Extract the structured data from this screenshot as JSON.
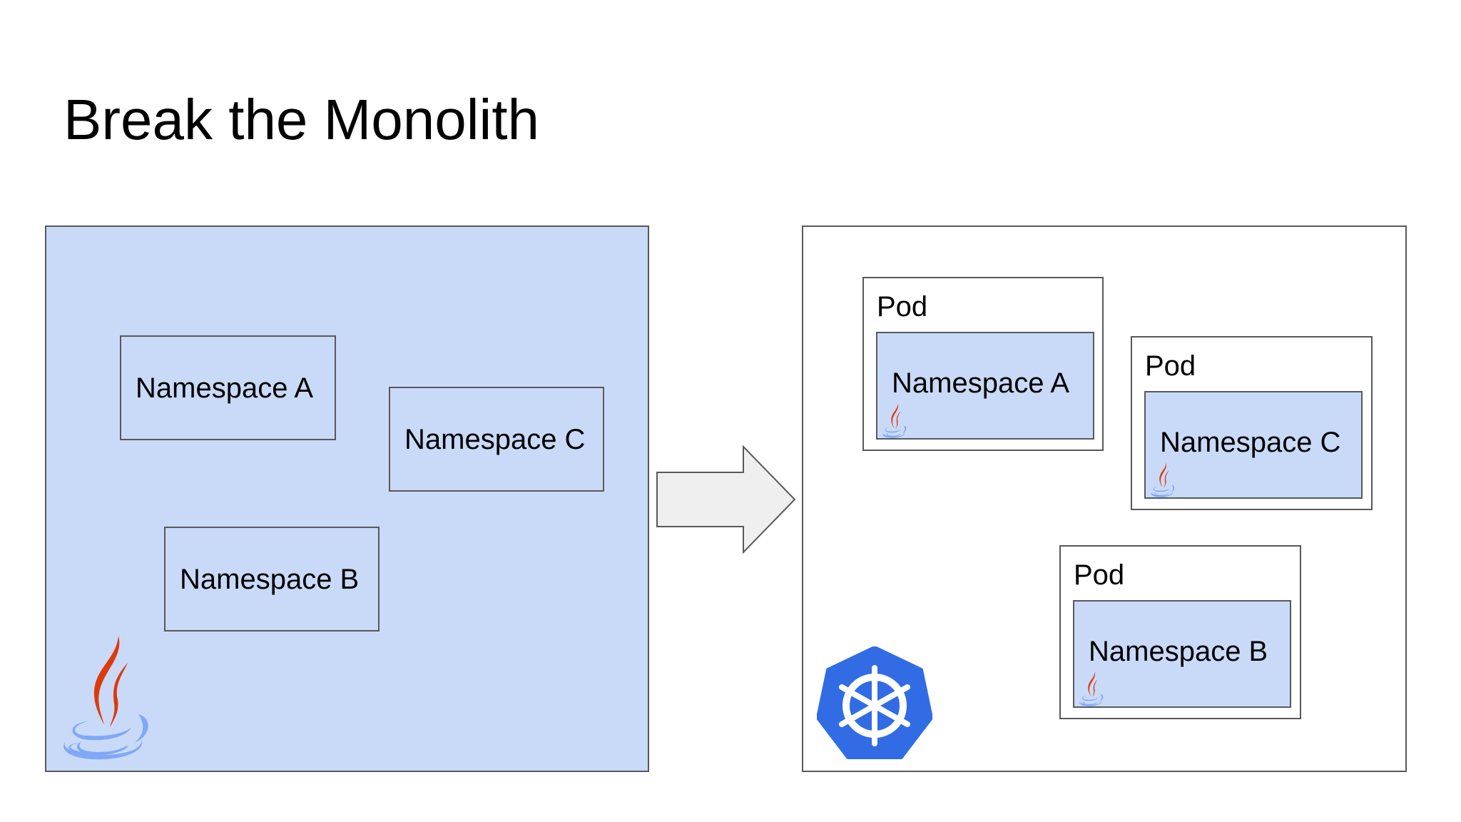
{
  "title": "Break the Monolith",
  "monolith": {
    "namespaces": [
      "Namespace A",
      "Namespace C",
      "Namespace B"
    ],
    "icon": "java-icon"
  },
  "arrow": {
    "icon": "right-arrow-icon"
  },
  "kubernetes": {
    "icon": "kubernetes-icon",
    "pods": [
      {
        "label": "Pod",
        "namespace": "Namespace A"
      },
      {
        "label": "Pod",
        "namespace": "Namespace C"
      },
      {
        "label": "Pod",
        "namespace": "Namespace B"
      }
    ]
  },
  "colors": {
    "namespace_fill": "#c9daf8",
    "java_flame": "#dd3a0c",
    "java_cup": "#80a8f6",
    "kubernetes_blue": "#326ce5",
    "arrow_fill": "#efefef"
  }
}
